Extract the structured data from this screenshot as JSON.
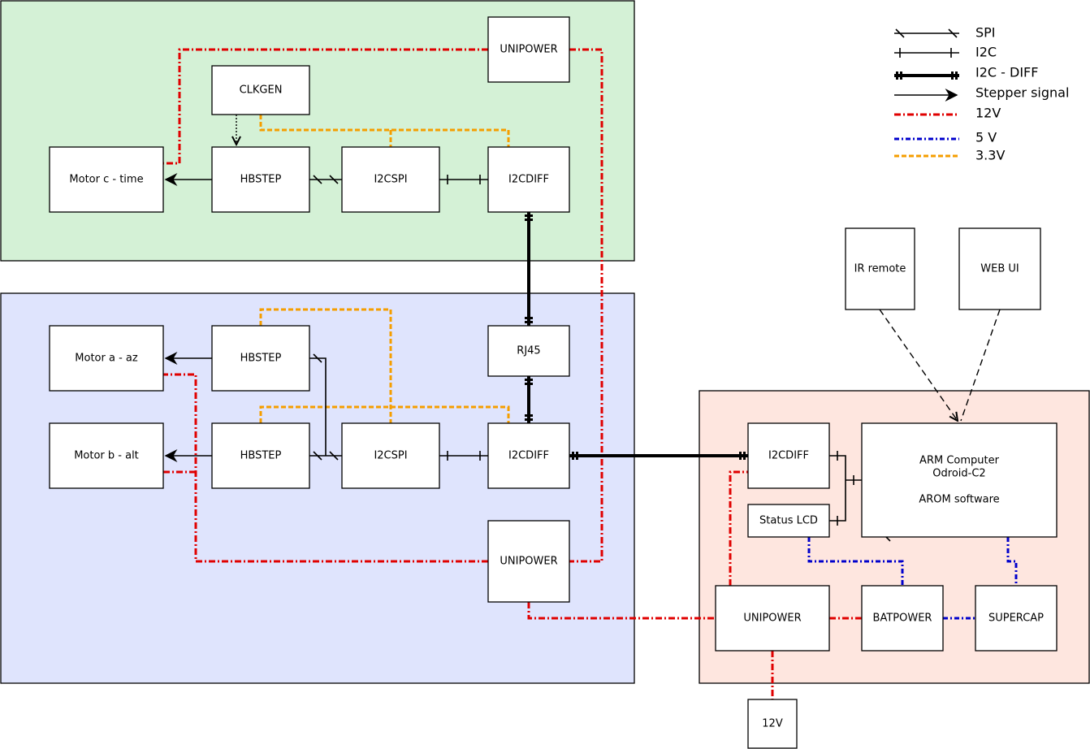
{
  "colors": {
    "top_panel": "#d4f1d6",
    "bottom_panel": "#dfe4fd",
    "right_panel": "#fee6df",
    "v12": "#e00000",
    "v5": "#0000cc",
    "v33": "#f59e00",
    "line": "#000000"
  },
  "boxes": {
    "unipower_top": "UNIPOWER",
    "clkgen": "CLKGEN",
    "motor_c": "Motor c - time",
    "hbstep_top": "HBSTEP",
    "i2cspi_top": "I2CSPI",
    "i2cdiff_top": "I2CDIFF",
    "motor_a": "Motor a - az",
    "hbstep_a": "HBSTEP",
    "rj45": "RJ45",
    "motor_b": "Motor b - alt",
    "hbstep_b": "HBSTEP",
    "i2cspi_bottom": "I2CSPI",
    "i2cdiff_bottom": "I2CDIFF",
    "unipower_bottom": "UNIPOWER",
    "ir_remote": "IR remote",
    "web_ui": "WEB UI",
    "i2cdiff_right": "I2CDIFF",
    "arm": [
      "ARM Computer",
      "Odroid-C2",
      "",
      "AROM software"
    ],
    "status_lcd": "Status LCD",
    "unipower_right": "UNIPOWER",
    "batpower": "BATPOWER",
    "supercap": "SUPERCAP",
    "v12_input": "12V"
  },
  "legend": {
    "spi": "SPI",
    "i2c": "I2C",
    "i2c_diff": "I2C - DIFF",
    "stepper": "Stepper signal",
    "v12": "12V",
    "v5": "5 V",
    "v33": "3.3V"
  }
}
